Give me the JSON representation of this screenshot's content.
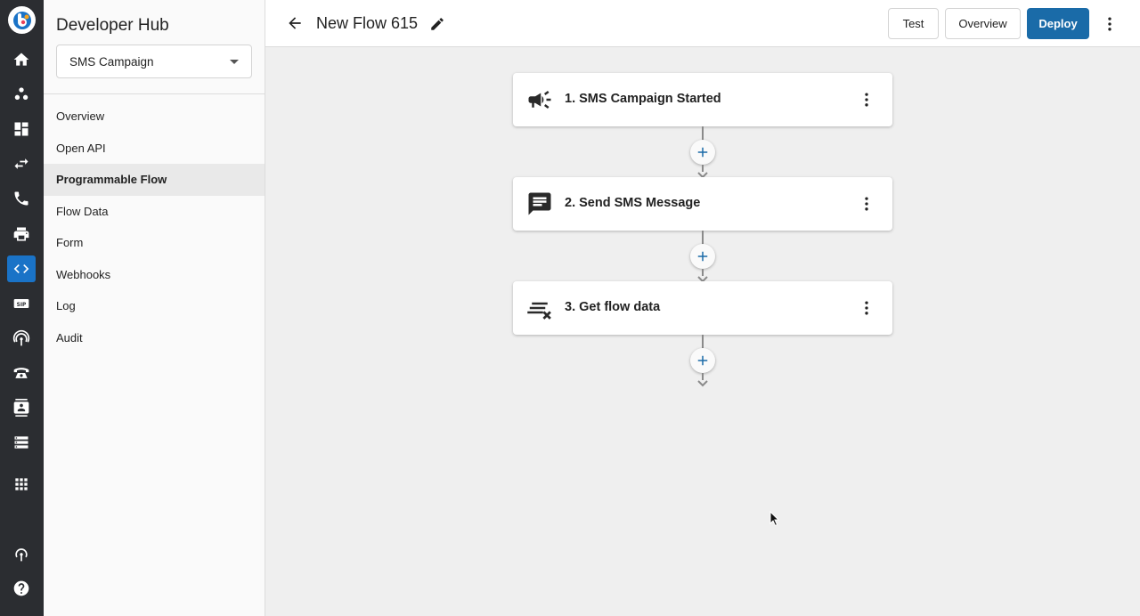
{
  "app": {
    "brand_color": "#1a6ba8",
    "rail_active_color": "#1a73c7"
  },
  "rail": {
    "items": [
      {
        "icon": "home-icon"
      },
      {
        "icon": "team-icon"
      },
      {
        "icon": "dashboard-icon"
      },
      {
        "icon": "transfer-icon"
      },
      {
        "icon": "phone-icon"
      },
      {
        "icon": "printer-icon"
      },
      {
        "icon": "code-icon",
        "active": true
      },
      {
        "icon": "sip-icon"
      },
      {
        "icon": "broadcast-icon"
      },
      {
        "icon": "desk-phone-icon"
      },
      {
        "icon": "contact-card-icon"
      },
      {
        "icon": "list-icon"
      },
      {
        "icon": "apps-grid-icon"
      },
      {
        "icon": "podcast-icon"
      },
      {
        "icon": "help-icon"
      }
    ]
  },
  "sidebar": {
    "title": "Developer Hub",
    "select": {
      "value": "SMS Campaign"
    },
    "items": [
      {
        "label": "Overview"
      },
      {
        "label": "Open API"
      },
      {
        "label": "Programmable Flow",
        "active": true
      },
      {
        "label": "Flow Data"
      },
      {
        "label": "Form"
      },
      {
        "label": "Webhooks"
      },
      {
        "label": "Log"
      },
      {
        "label": "Audit"
      }
    ]
  },
  "header": {
    "title": "New Flow 615",
    "buttons": {
      "test": "Test",
      "overview": "Overview",
      "deploy": "Deploy"
    }
  },
  "flow": {
    "steps": [
      {
        "label": "1. SMS Campaign Started",
        "icon": "megaphone-icon"
      },
      {
        "label": "2. Send SMS Message",
        "icon": "message-icon"
      },
      {
        "label": "3. Get flow data",
        "icon": "clear-list-icon"
      }
    ]
  }
}
